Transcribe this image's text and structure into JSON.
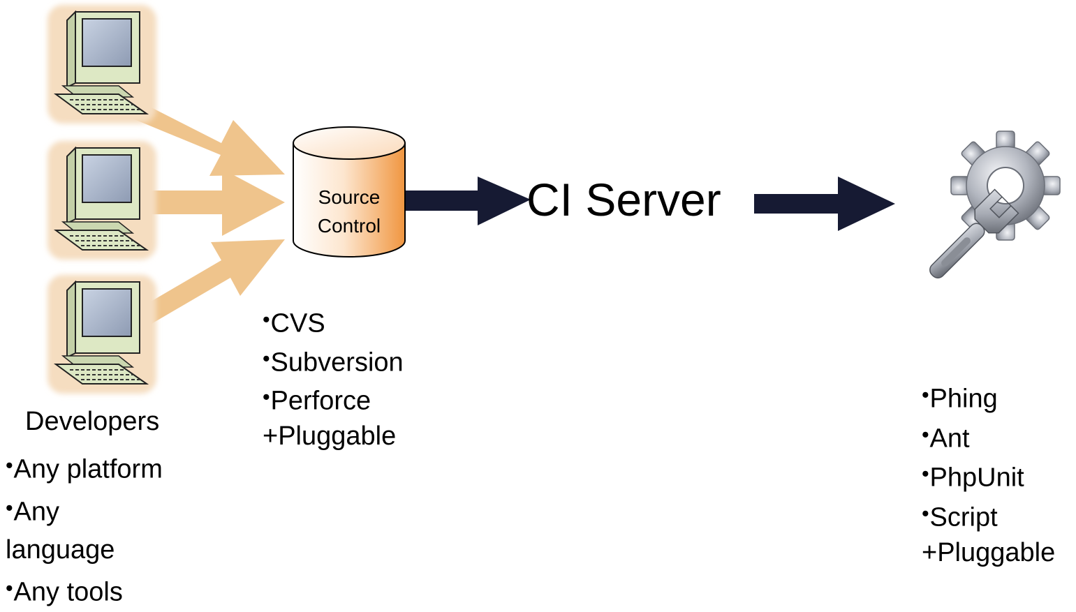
{
  "source_control": {
    "label_line1": "Source",
    "label_line2": "Control"
  },
  "ci_server": {
    "label": "CI Server"
  },
  "developers": {
    "title": "Developers",
    "items": [
      "Any platform",
      "Any",
      "language",
      "Any tools"
    ]
  },
  "scm_list": {
    "items": [
      "CVS",
      "Subversion",
      "Perforce"
    ],
    "extra": "+Pluggable"
  },
  "build_tools": {
    "items": [
      "Phing",
      "Ant",
      "PhpUnit",
      "Script"
    ],
    "extra": "+Pluggable"
  },
  "colors": {
    "commit_arrow": "#efc48c",
    "flow_arrow": "#161a33",
    "cylinder_gradient_start": "#ffffff",
    "cylinder_gradient_end": "#f09640",
    "computer_body": "#dde8c4"
  },
  "icons": {
    "developer_machine": "desktop-computer-icon",
    "build": "gear-wrench-icon"
  }
}
